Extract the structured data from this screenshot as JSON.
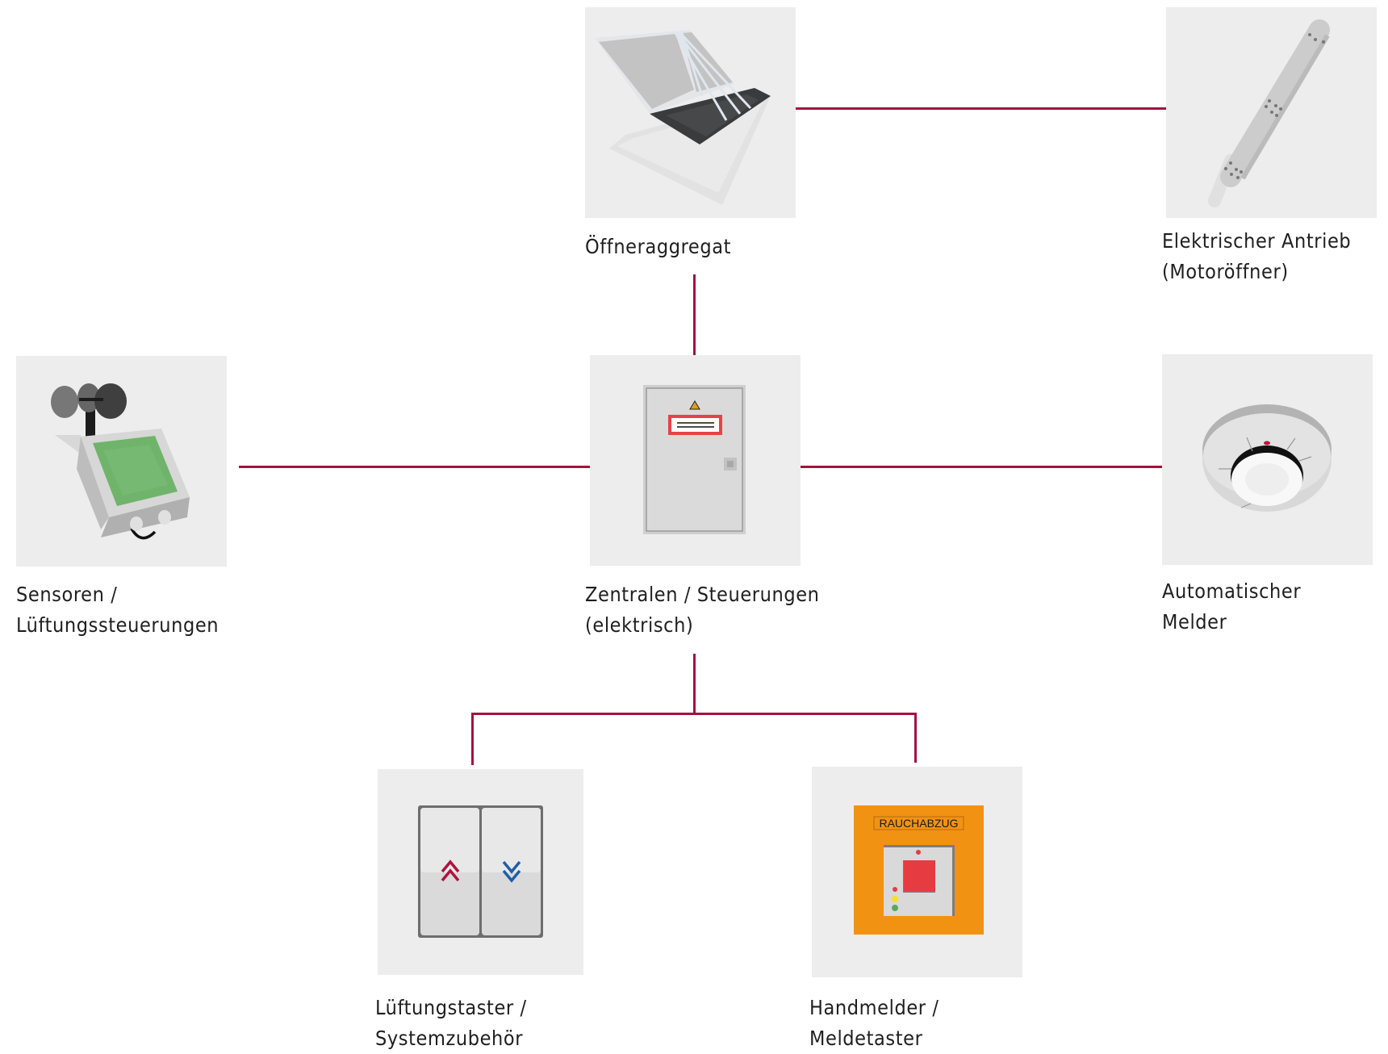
{
  "diagram": {
    "type": "system-connection-diagram",
    "accent_color": "#a5113f",
    "tile_color": "#ededee",
    "nodes": [
      {
        "id": "oeffneraggregat",
        "label_lines": [
          "Öffneraggregat"
        ],
        "icon": "roof-hatch-icon"
      },
      {
        "id": "motoroeffner",
        "label_lines": [
          "Elektrischer Antrieb",
          "(Motoröffner)"
        ],
        "icon": "linear-actuator-icon"
      },
      {
        "id": "sensoren",
        "label_lines": [
          "Sensoren /",
          "Lüftungssteuerungen"
        ],
        "icon": "weather-station-icon"
      },
      {
        "id": "zentrale",
        "label_lines": [
          "Zentralen / Steuerungen",
          "(elektrisch)"
        ],
        "icon": "control-cabinet-icon"
      },
      {
        "id": "automatischer-melder",
        "label_lines": [
          "Automatischer",
          "Melder"
        ],
        "icon": "smoke-detector-icon"
      },
      {
        "id": "lueftungstaster",
        "label_lines": [
          "Lüftungstaster /",
          "Systemzubehör"
        ],
        "icon": "ventilation-switch-icon"
      },
      {
        "id": "handmelder",
        "label_lines": [
          "Handmelder /",
          "Meldetaster"
        ],
        "icon": "manual-call-point-icon"
      }
    ],
    "edges": [
      {
        "from": "oeffneraggregat",
        "to": "motoroeffner"
      },
      {
        "from": "zentrale",
        "to": "oeffneraggregat"
      },
      {
        "from": "sensoren",
        "to": "zentrale"
      },
      {
        "from": "zentrale",
        "to": "automatischer-melder"
      },
      {
        "from": "zentrale",
        "to": "lueftungstaster"
      },
      {
        "from": "zentrale",
        "to": "handmelder"
      }
    ],
    "handmelder_panel_text": "RAUCHABZUG"
  }
}
